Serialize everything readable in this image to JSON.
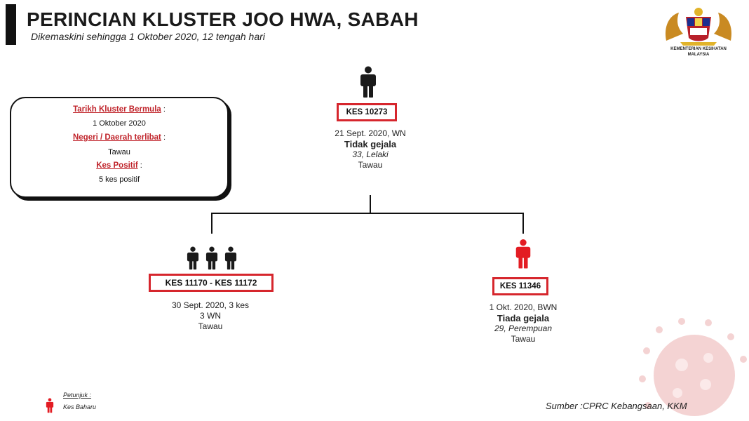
{
  "header": {
    "title": "PERINCIAN KLUSTER JOO HWA, SABAH",
    "subtitle": "Dikemaskini sehingga 1 Oktober 2020, 12 tengah hari"
  },
  "logo": {
    "text_line1": "KEMENTERIAN KESIHATAN",
    "text_line2": "MALAYSIA"
  },
  "info_box": {
    "start_label": "Tarikh Kluster Bermula",
    "start_value": "1 Oktober 2020",
    "state_label": "Negeri / Daerah terlibat",
    "state_value": "Tawau",
    "positive_label": "Kes Positif",
    "positive_value": "5 kes positif"
  },
  "cases": {
    "root": {
      "id": "KES 10273",
      "date_status": "21 Sept. 2020, WN",
      "symptom": "Tidak gejala",
      "age_gender": "33, Lelaki",
      "location": "Tawau",
      "color": "#1a1a1a"
    },
    "left": {
      "id": "KES 11170 - KES 11172",
      "date_count": "30 Sept. 2020, 3 kes",
      "nationality": "3 WN",
      "location": "Tawau",
      "color": "#1a1a1a"
    },
    "right": {
      "id": "KES 11346",
      "date_status": "1 Okt. 2020, BWN",
      "symptom": "Tiada gejala",
      "age_gender": "29, Perempuan",
      "location": "Tawau",
      "color": "#e31c23"
    }
  },
  "legend": {
    "title": "Petunjuk :",
    "label": "Kes Baharu",
    "color": "#e31c23"
  },
  "source": "Sumber :CPRC Kebangsaan,  KKM",
  "colors": {
    "accent_red": "#d6262d",
    "new_case_red": "#e31c23",
    "line": "#111111"
  }
}
